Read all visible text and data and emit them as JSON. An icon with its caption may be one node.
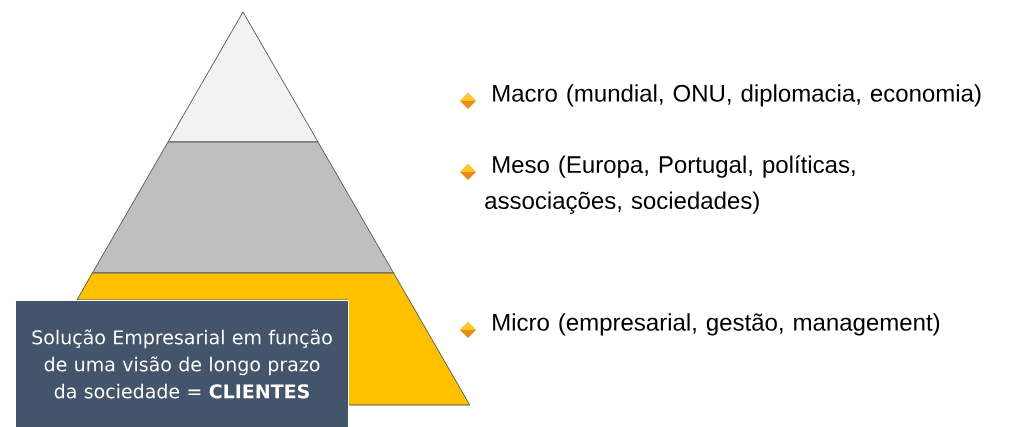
{
  "diagram": {
    "nodes": [
      {
        "text": [],
        "shape": "triangle"
      },
      {
        "text": [],
        "shape": "trapezoid"
      },
      {
        "text": [],
        "shape": "trapezoid"
      },
      {
        "text": [
          "Solução Empresarial em função de uma visão de longo prazo da sociedade = **CLIENTES**"
        ]
      }
    ],
    "labels": [
      "Macro (mundial, ONU, diplomacia, economia)",
      "Meso (Europa, Portugal, políticas, associações, sociedades)",
      "Micro (empresarial, gestão, management)"
    ]
  }
}
